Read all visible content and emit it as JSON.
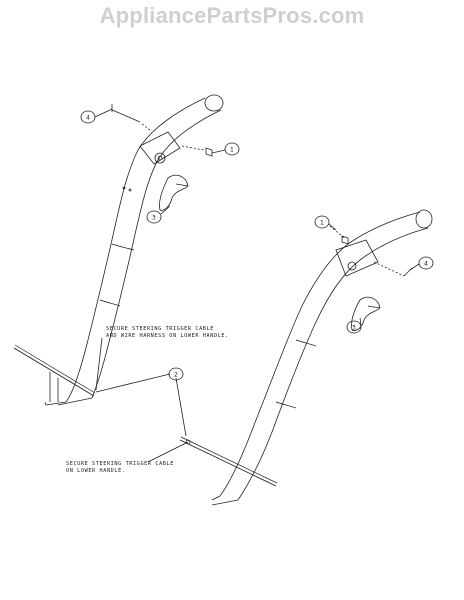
{
  "watermark": "AppliancePartsPros.com",
  "callouts": [
    {
      "id": "callout-left-4",
      "label": "4"
    },
    {
      "id": "callout-left-1",
      "label": "1"
    },
    {
      "id": "callout-left-3",
      "label": "3"
    },
    {
      "id": "callout-2",
      "label": "2"
    },
    {
      "id": "callout-right-1",
      "label": "1"
    },
    {
      "id": "callout-right-4",
      "label": "4"
    },
    {
      "id": "callout-right-3",
      "label": "3"
    }
  ],
  "notes": {
    "upper": [
      "SECURE STEERING TRIGGER CABLE",
      "AND WIRE HARNESS ON LOWER HANDLE."
    ],
    "lower": [
      "SECURE STEERING TRIGGER CABLE",
      "ON LOWER HANDLE."
    ]
  }
}
